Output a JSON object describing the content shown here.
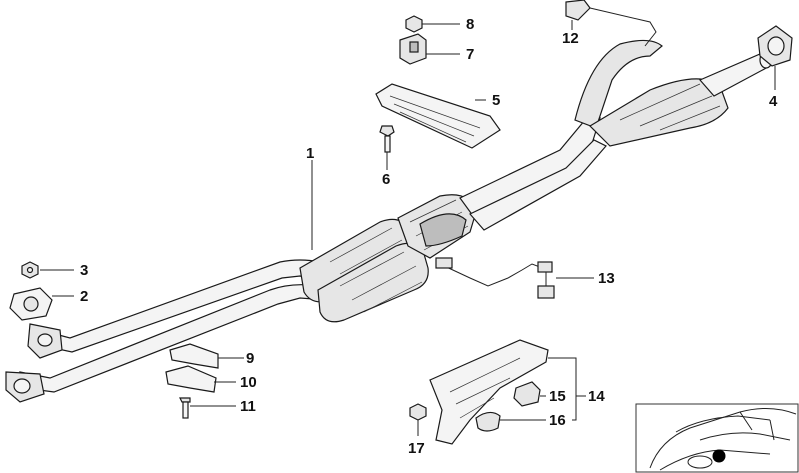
{
  "callouts": {
    "c1": "1",
    "c2": "2",
    "c3": "3",
    "c4": "4",
    "c5": "5",
    "c6": "6",
    "c7": "7",
    "c8": "8",
    "c9": "9",
    "c10": "10",
    "c11": "11",
    "c12": "12",
    "c13": "13",
    "c14": "14",
    "c15": "15",
    "c16": "16",
    "c17": "17"
  },
  "colors": {
    "line": "#1a1a1a",
    "fill": "#f4f4f4",
    "marker": "#000000"
  },
  "icons": {
    "vehicle_thumbnail": "car-outline-icon",
    "location_marker": "dot-icon"
  }
}
